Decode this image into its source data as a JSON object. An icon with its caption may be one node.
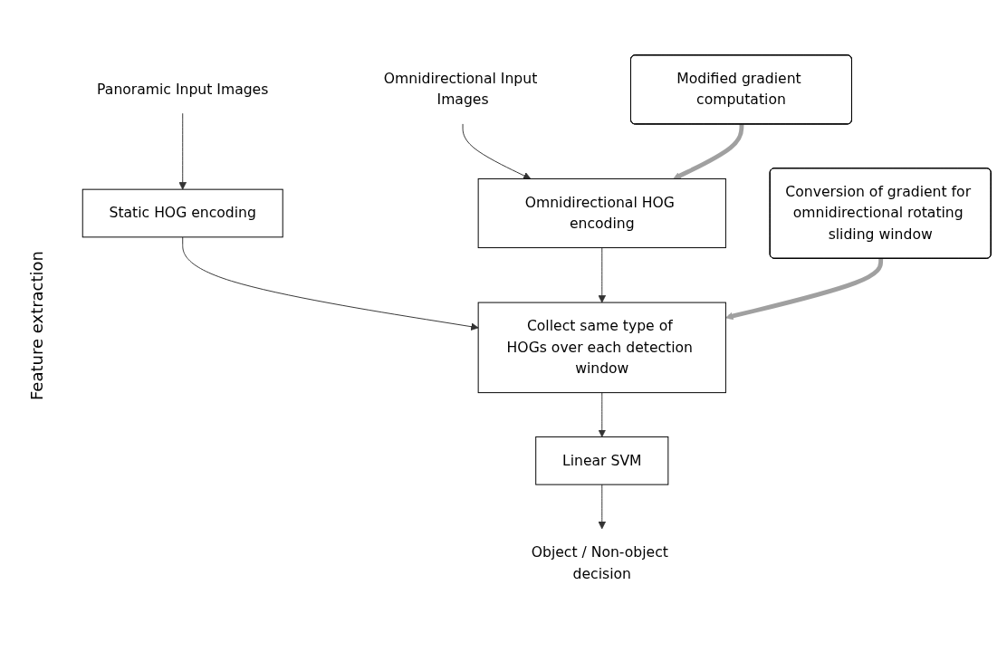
{
  "diagram": {
    "nodes": [
      {
        "text": [
          "Panoramic Input Images"
        ]
      },
      {
        "text": [
          "Omnidirectional Input Images"
        ]
      },
      {
        "text": [
          "Static HOG encoding"
        ]
      },
      {
        "text": [
          "Omnidirectional HOG encoding"
        ]
      },
      {
        "text": [
          "Modified gradient computation"
        ]
      },
      {
        "text": [
          "Collect same type of HOGs over each detection window"
        ]
      },
      {
        "text": [
          "Conversion of gradient for omnidirectional rotating sliding window"
        ]
      },
      {
        "text": [
          "Linear SVM"
        ]
      },
      {
        "text": [
          "Object / Non-object decision"
        ]
      }
    ],
    "edges": [
      {
        "from": 0,
        "to": 2,
        "arrow": "to"
      },
      {
        "from": 1,
        "to": 3,
        "arrow": "to"
      },
      {
        "from": 4,
        "to": 3,
        "arrow": "to",
        "style": "thick",
        "color": "#a0a0a0"
      },
      {
        "from": 2,
        "to": 5,
        "arrow": "to"
      },
      {
        "from": 3,
        "to": 5,
        "arrow": "to"
      },
      {
        "from": 6,
        "to": 5,
        "arrow": "to",
        "style": "thick",
        "color": "#a0a0a0"
      },
      {
        "from": 5,
        "to": 7,
        "arrow": "to"
      },
      {
        "from": 7,
        "to": 8,
        "arrow": "to"
      }
    ],
    "labels": [
      "Feature extraction"
    ]
  }
}
